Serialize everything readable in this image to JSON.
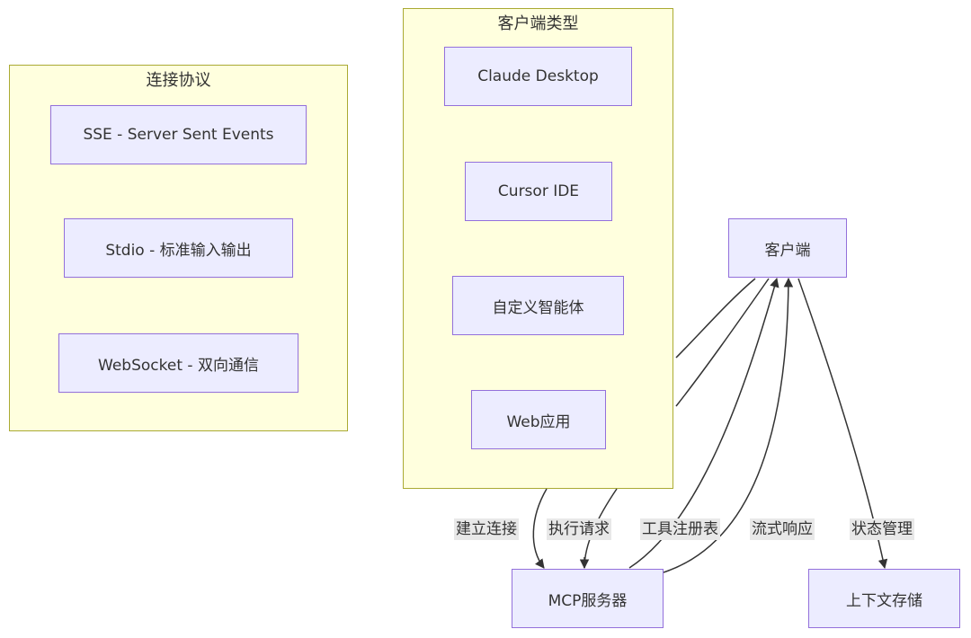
{
  "clusters": {
    "protocols": {
      "title": "连接协议"
    },
    "client_types": {
      "title": "客户端类型"
    }
  },
  "nodes": {
    "sse": "SSE - Server Sent Events",
    "stdio": "Stdio - 标准输入输出",
    "websocket": "WebSocket - 双向通信",
    "claude_desktop": "Claude Desktop",
    "cursor_ide": "Cursor IDE",
    "custom_agent": "自定义智能体",
    "web_app": "Web应用",
    "client": "客户端",
    "mcp_server": "MCP服务器",
    "context_storage": "上下文存储"
  },
  "edges": {
    "establish_connection": "建立连接",
    "execute_request": "执行请求",
    "tool_registry": "工具注册表",
    "streaming_response": "流式响应",
    "state_management": "状态管理"
  },
  "colors": {
    "cluster_fill": "#ffffde",
    "cluster_border": "#aaaa33",
    "node_fill": "#ececff",
    "node_border": "#9370db",
    "edge": "#333333",
    "edge_label_bg": "#e8e8e8"
  }
}
